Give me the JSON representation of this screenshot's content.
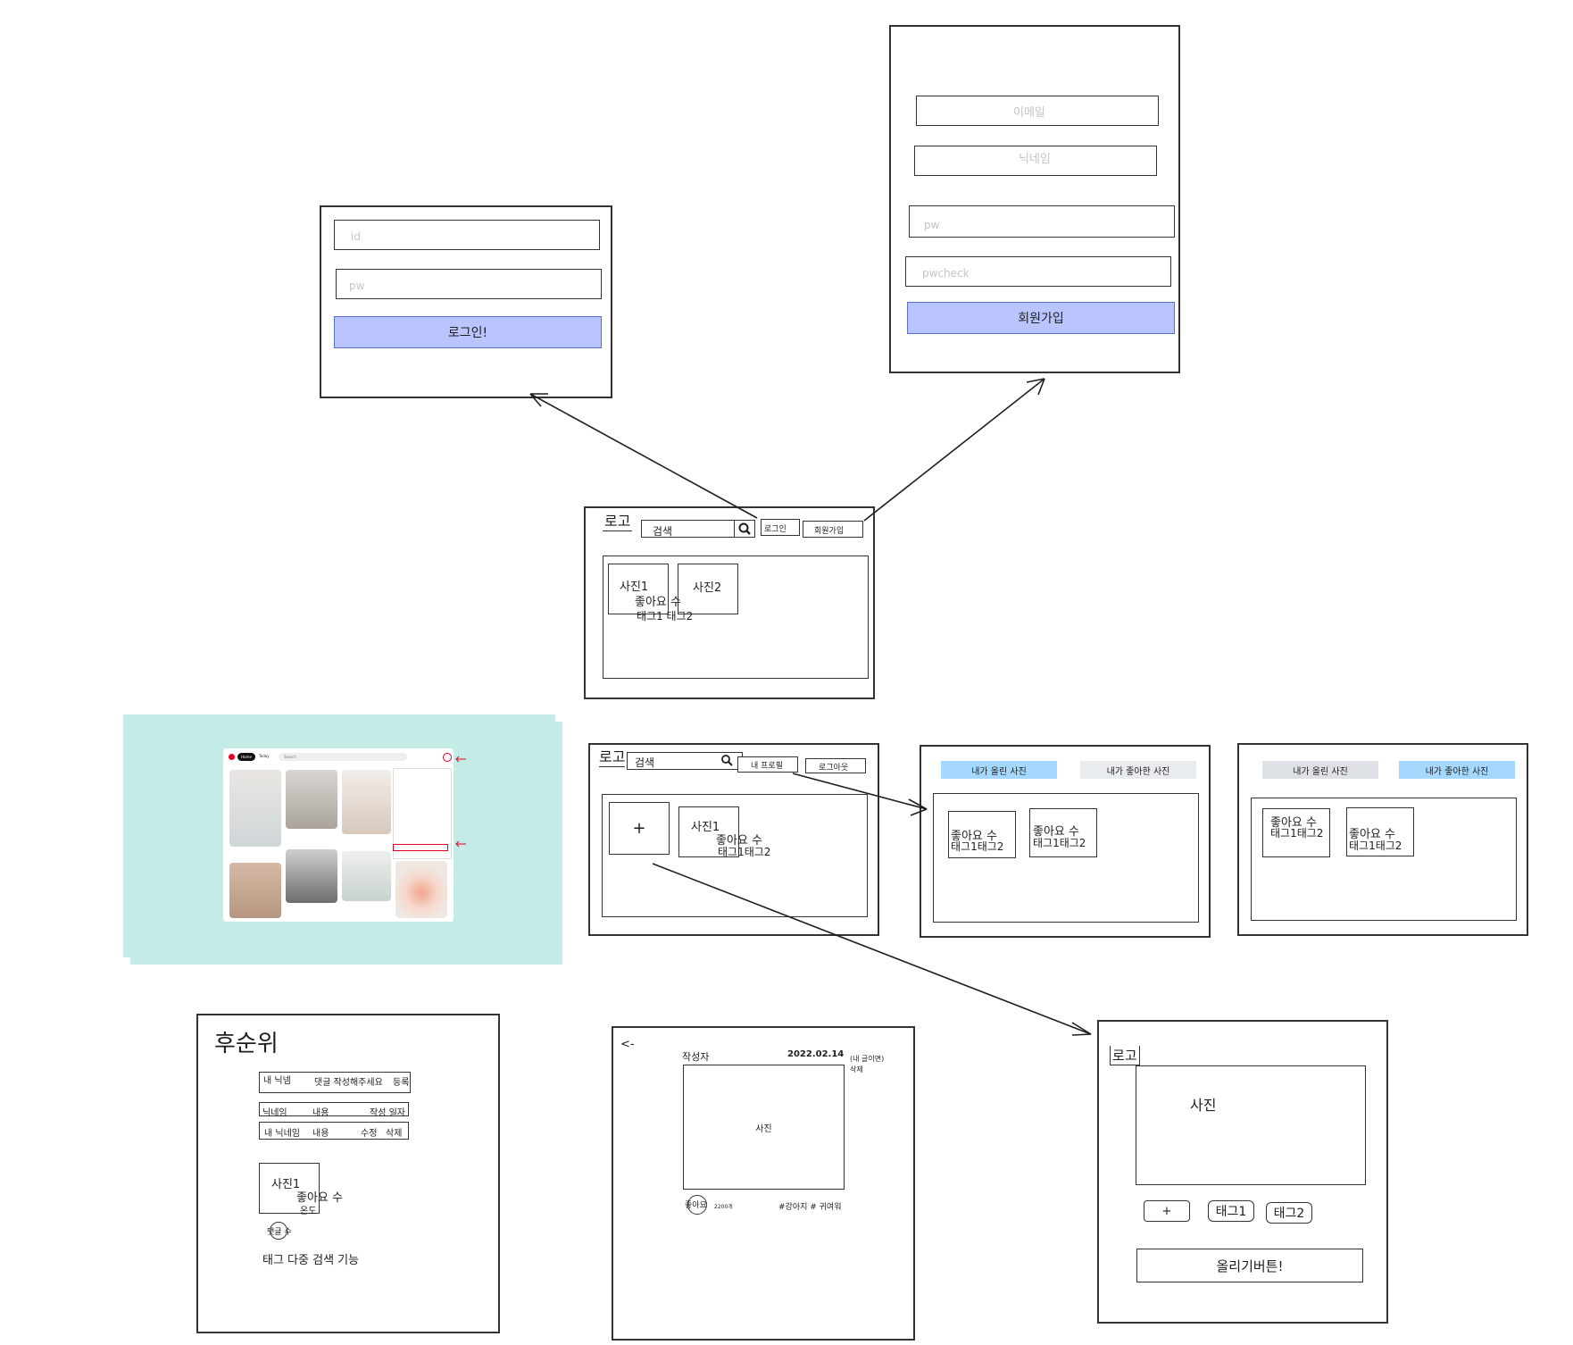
{
  "login_form": {
    "id_placeholder": "id",
    "pw_placeholder": "pw",
    "login_button": "로그인!"
  },
  "signup_form": {
    "email_placeholder": "이메일",
    "nickname_placeholder": "닉네임",
    "pw_placeholder": "pw",
    "pwcheck_placeholder": "pwcheck",
    "signup_button": "회원가입"
  },
  "main_page": {
    "logo": "로고",
    "search": "검색",
    "login_button": "로그인",
    "signup_button": "회원가입",
    "photo1": {
      "title": "사진1",
      "likes": "좋아요 수",
      "tags": "태그1 태그2"
    },
    "photo2": {
      "title": "사진2"
    }
  },
  "logged_in_page": {
    "logo": "로고",
    "search": "검색",
    "profile_button": "내 프로필",
    "logout_button": "로그아웃",
    "add_button": "+",
    "photo1": {
      "title": "사진1",
      "likes": "좋아요 수",
      "tags": "태그1태그2"
    }
  },
  "profile_uploaded": {
    "tab_uploaded": "내가 올린 사진",
    "tab_liked": "내가 좋아한  사진",
    "cards": [
      {
        "likes": "좋아요 수",
        "tags": "태그1태그2"
      },
      {
        "likes": "좋아요 수",
        "tags": "태그1태그2"
      }
    ]
  },
  "profile_liked": {
    "tab_uploaded": "내가 올린 사진",
    "tab_liked": "내가 좋아한 사진",
    "cards": [
      {
        "likes": "좋아요 수",
        "tags": "태그1태그2"
      },
      {
        "likes": "좋아요 수",
        "tags": "태그1태그2"
      }
    ]
  },
  "reference_image": {
    "nav_home": "Home",
    "nav_today": "Today",
    "search_placeholder": "Search",
    "accent_color": "#e60023",
    "background_color": "#c4ebe6"
  },
  "backlog": {
    "title": "후순위",
    "comment_input": {
      "nickname": "내 닉넴",
      "placeholder": "댓글 작성해주세요",
      "submit": "등록"
    },
    "comment_row": {
      "nickname": "닉네임",
      "content": "내용",
      "date": "작성 일자"
    },
    "my_comment_row": {
      "nickname": "내 닉네임",
      "content": "내용",
      "edit": "수정",
      "delete": "삭제"
    },
    "photo": {
      "title": "사진1",
      "likes": "좋아요 수",
      "temp": "온도"
    },
    "comment_count": "댓글 수",
    "tag_search": "태그 다중 검색 기능"
  },
  "detail_page": {
    "back": "<-",
    "author": "작성자",
    "date": "2022.02.14",
    "owner_note": "(내 글이면)",
    "delete": "삭제",
    "photo": "사진",
    "like": "좋아요",
    "like_count": "2200개",
    "hashtags": "#강아지 # 귀여워"
  },
  "upload_page": {
    "logo": "로고",
    "photo": "사진",
    "add_tag": "+",
    "tag1": "태그1",
    "tag2": "태그2",
    "upload_button": "올리기버튼!"
  }
}
